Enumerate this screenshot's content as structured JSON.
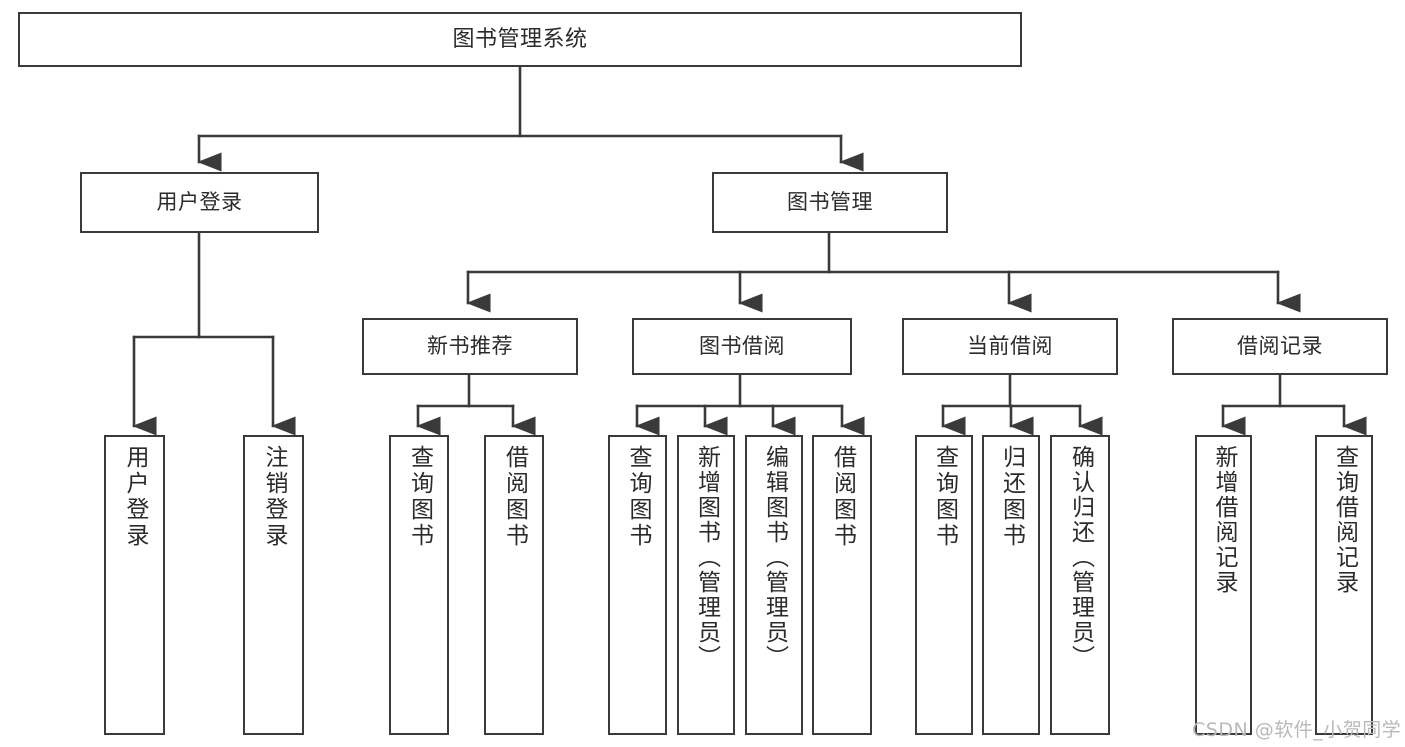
{
  "diagram": {
    "title": "图书管理系统",
    "type": "tree-hierarchy-chart",
    "root": {
      "label": "图书管理系统"
    },
    "level1": [
      {
        "label": "用户登录"
      },
      {
        "label": "图书管理"
      }
    ],
    "level2": [
      {
        "label": "新书推荐"
      },
      {
        "label": "图书借阅"
      },
      {
        "label": "当前借阅"
      },
      {
        "label": "借阅记录"
      }
    ],
    "leaves": {
      "user_login": [
        {
          "label": "用户登录"
        },
        {
          "label": "注销登录"
        }
      ],
      "new_book_recommend": [
        {
          "label": "查询图书"
        },
        {
          "label": "借阅图书"
        }
      ],
      "book_borrow": [
        {
          "label": "查询图书"
        },
        {
          "label": "新增图书（管理员）"
        },
        {
          "label": "编辑图书（管理员）"
        },
        {
          "label": "借阅图书"
        }
      ],
      "current_borrow": [
        {
          "label": "查询图书"
        },
        {
          "label": "归还图书"
        },
        {
          "label": "确认归还（管理员）"
        }
      ],
      "borrow_record": [
        {
          "label": "新增借阅记录"
        },
        {
          "label": "查询借阅记录"
        }
      ]
    }
  },
  "watermark": {
    "text": "CSDN @软件_小贺同学"
  },
  "colors": {
    "stroke": "#3a3a3a",
    "text": "#2b2b2b",
    "background": "#ffffff",
    "watermark": "#b9b9b9"
  }
}
